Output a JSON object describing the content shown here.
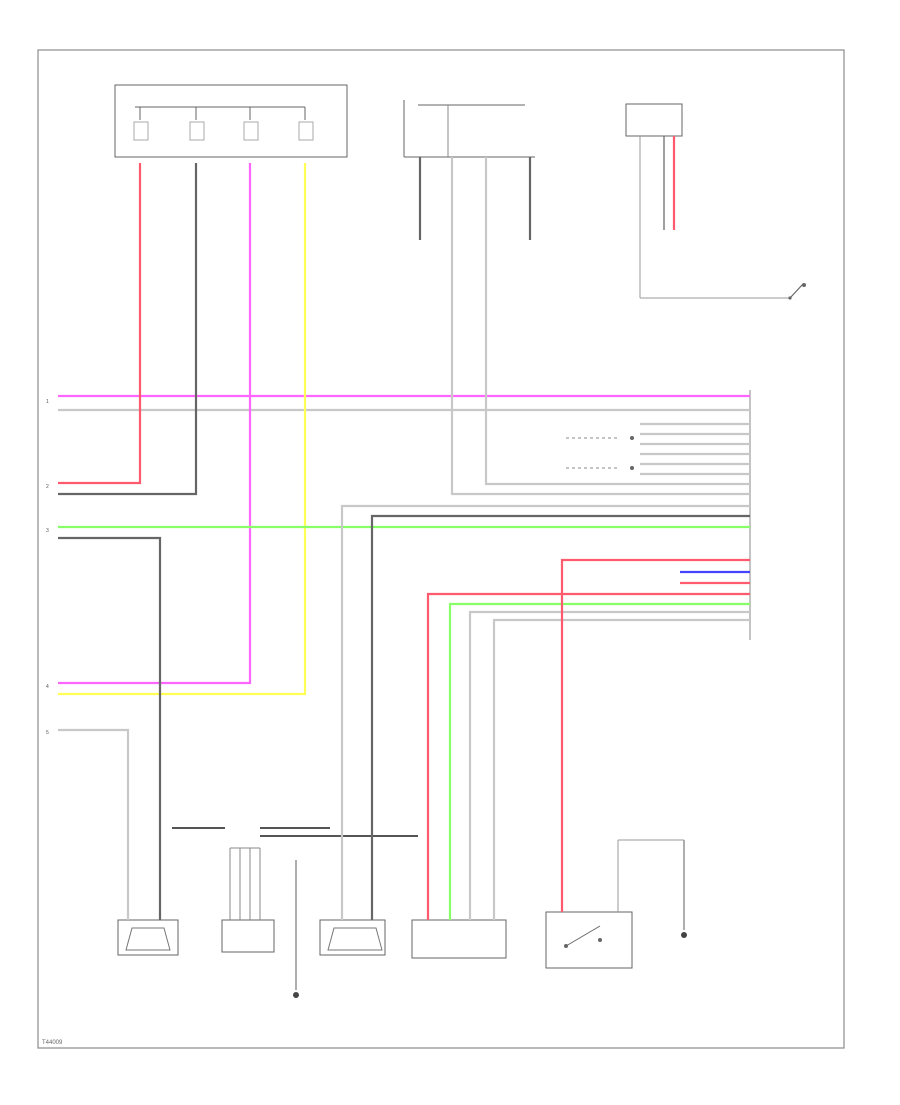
{
  "colors": {
    "pink": "#ff66ff",
    "red": "#ff5a6e",
    "yellow": "#ffff55",
    "green": "#88ff66",
    "blue": "#4444ff",
    "gray": "#666666",
    "lightgray": "#c8c8c8",
    "frame": "#8c8c8c"
  },
  "footer": {
    "code": "T44009"
  },
  "connector_left": {
    "pins": [
      "1",
      "2",
      "3",
      "4",
      "5"
    ]
  }
}
